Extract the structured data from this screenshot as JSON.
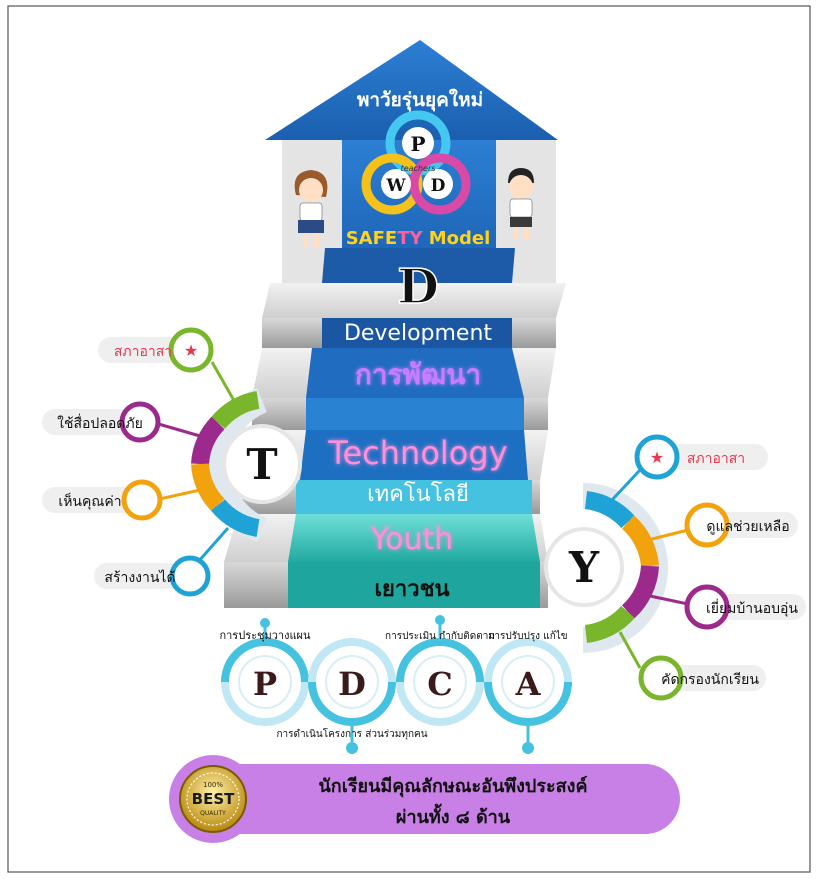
{
  "house": {
    "title": "พาวัยรุ่นยุคใหม่",
    "logo_letters": [
      "P",
      "W",
      "D"
    ],
    "logo_caption": "teachers",
    "model_name_part1": "SAFE",
    "model_name_part2": "TY",
    "model_name_part3": " Model"
  },
  "steps": [
    {
      "letter": "D",
      "english": "Development",
      "thai": "การพัฒนา"
    },
    {
      "english": "Technology",
      "thai": "เทคโนโลยี"
    },
    {
      "english": "Youth",
      "thai": "เยาวชน"
    }
  ],
  "left_wheel": {
    "letter": "T",
    "items": [
      "สภาอาสา",
      "ใช้สื่อปลอดภัย",
      "เห็นคุณค่า",
      "สร้างงานได้"
    ]
  },
  "right_wheel": {
    "letter": "Y",
    "items": [
      "สภาอาสา",
      "ดูแลช่วยเหลือ",
      "เยี่ยมบ้านอบอุ่น",
      "คัดกรองนักเรียน"
    ]
  },
  "pdca": [
    {
      "letter": "P",
      "caption": "การประชุมวางแผน"
    },
    {
      "letter": "D",
      "caption": "การดำเนินโครงการ ส่วนร่วมทุกคน"
    },
    {
      "letter": "C",
      "caption": "การประเมิน กำกับติดตาม"
    },
    {
      "letter": "A",
      "caption": "การปรับปรุง แก้ไข"
    }
  ],
  "result": {
    "badge_top": "100%",
    "badge_main": "BEST",
    "badge_bottom": "QUALITY",
    "line1": "นักเรียนมีคุณลักษณะอันพึงประสงค์",
    "line2": "ผ่านทั้ง ๘ ด้าน"
  },
  "colors": {
    "roof_blue": "#1f6ec4",
    "step_development": "#1a5fb4",
    "step_technology": "#2a8fd6",
    "step_youth": "#1fb6a8",
    "wheel_green": "#7ab62c",
    "wheel_purple": "#9b2a8c",
    "wheel_orange": "#f2a20c",
    "wheel_cyan": "#1fa3d6",
    "result_purple": "#c880e6",
    "accent_red": "#e8384f"
  }
}
